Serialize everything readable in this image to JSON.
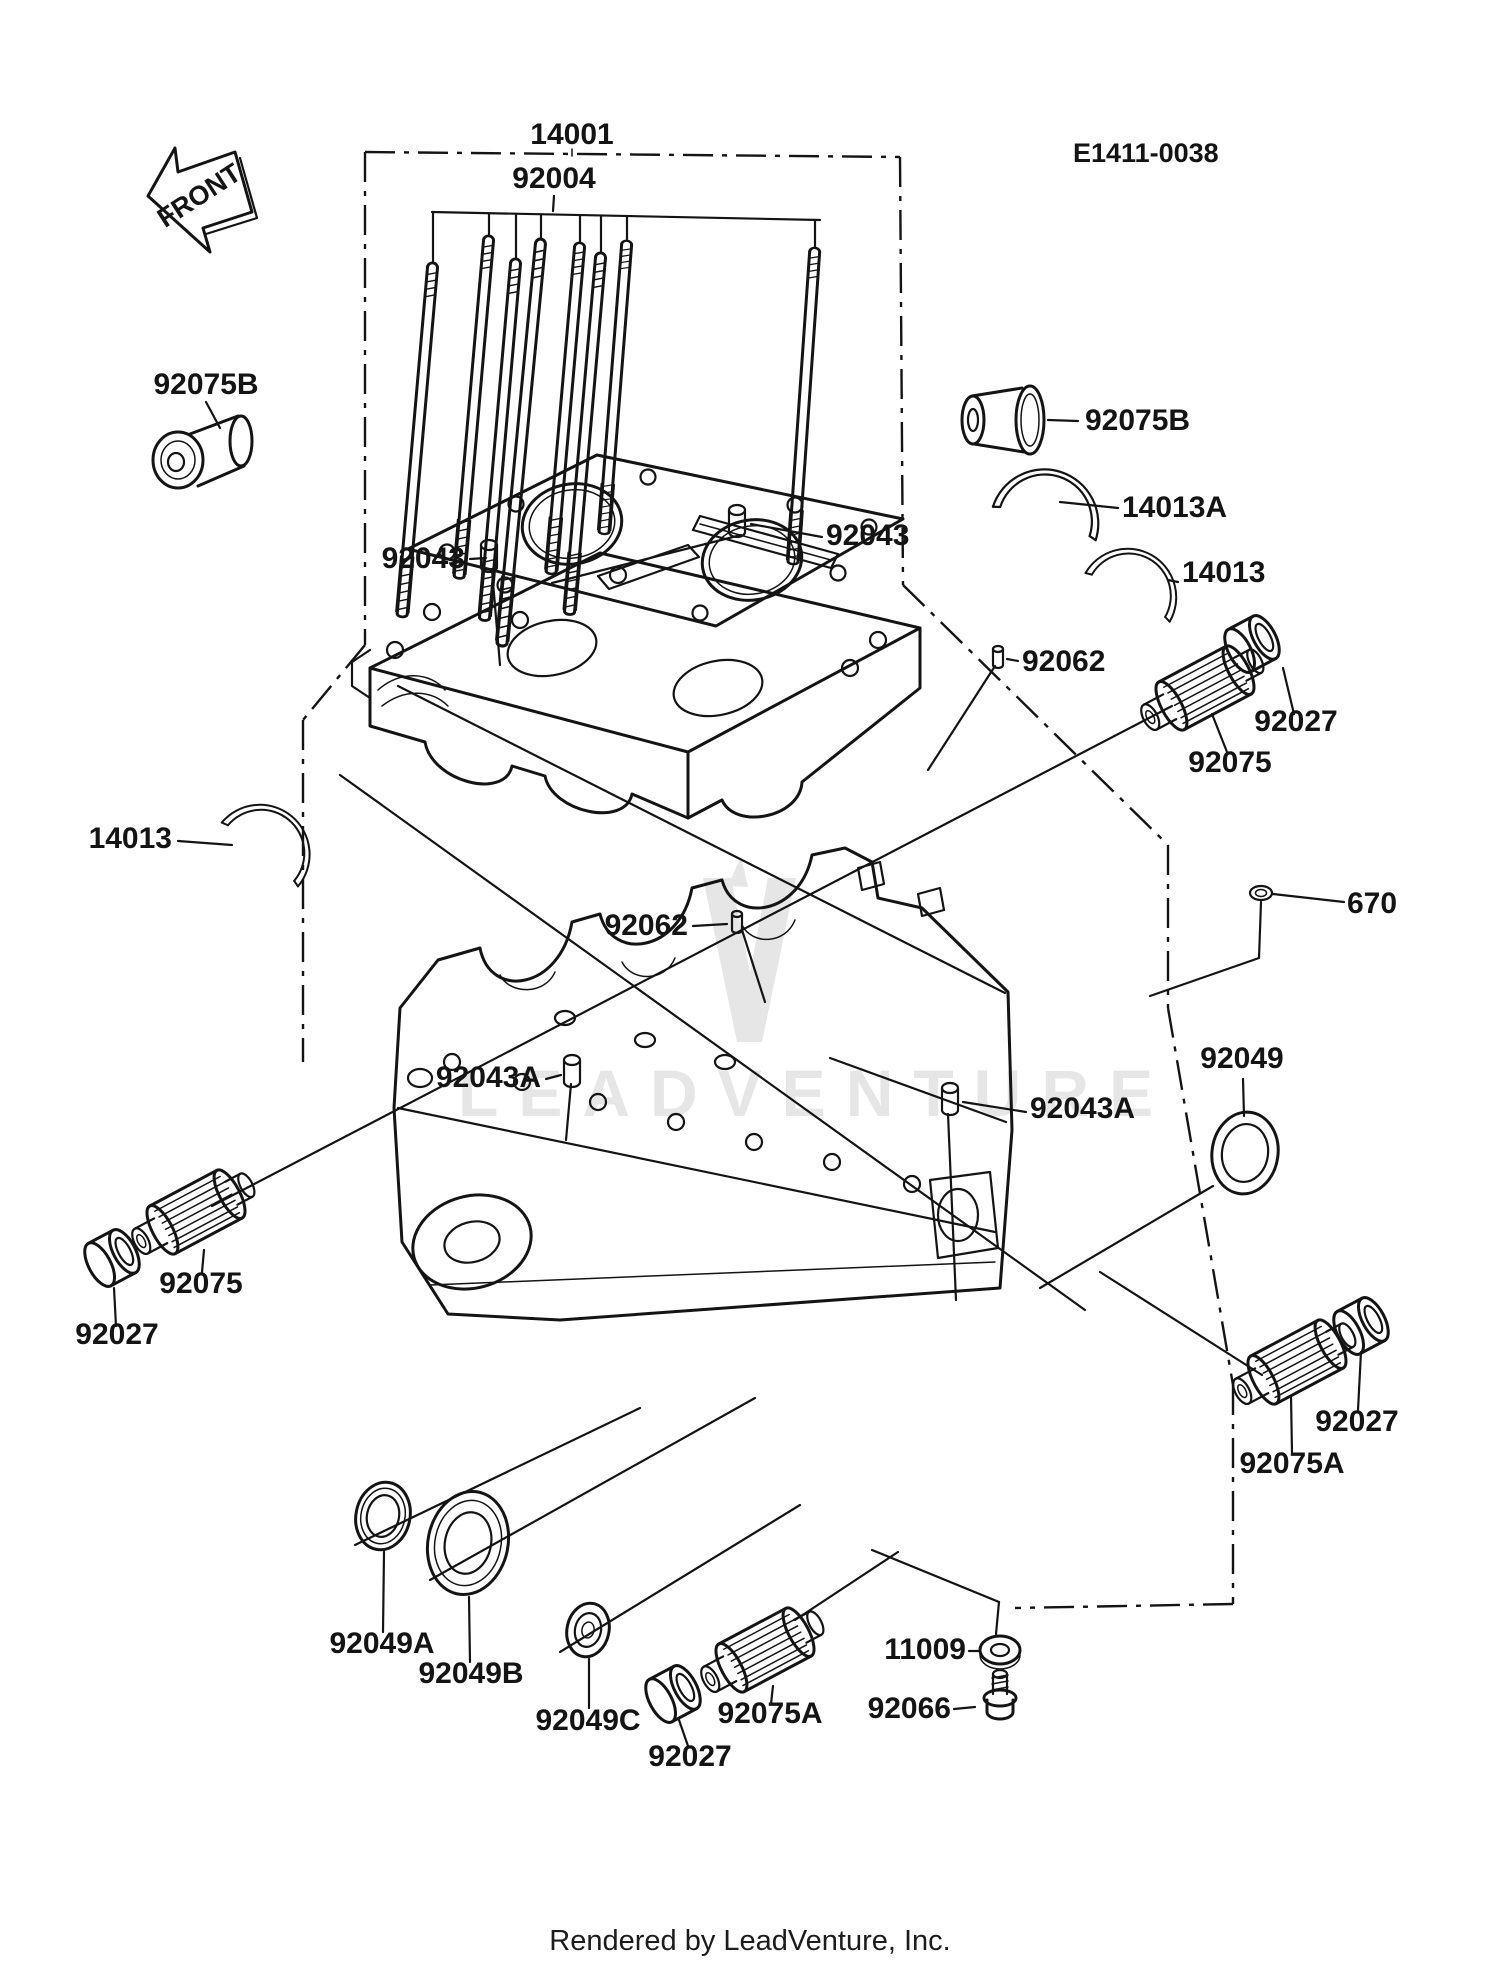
{
  "page": {
    "front_label": "FRONT",
    "diagram_code": "E1411-0038",
    "watermark_text": "LEADVENTURE",
    "footer_text": "Rendered by LeadVenture, Inc.",
    "colors": {
      "ink": "#141414",
      "watermark": "#e6e6e6",
      "background": "#ffffff"
    }
  },
  "assembly": {
    "group_label": "14001",
    "studs_label": "92004"
  },
  "callouts": [
    {
      "id": "92075b-left",
      "text": "92075B"
    },
    {
      "id": "92075b-right",
      "text": "92075B"
    },
    {
      "id": "92043-left",
      "text": "92043"
    },
    {
      "id": "92043-right",
      "text": "92043"
    },
    {
      "id": "14013a",
      "text": "14013A"
    },
    {
      "id": "14013-right",
      "text": "14013"
    },
    {
      "id": "14013-left",
      "text": "14013"
    },
    {
      "id": "92062-upper",
      "text": "92062"
    },
    {
      "id": "92062-lower",
      "text": "92062"
    },
    {
      "id": "92075-upper-right",
      "text": "92075"
    },
    {
      "id": "92027-upper-right",
      "text": "92027"
    },
    {
      "id": "670",
      "text": "670"
    },
    {
      "id": "92049",
      "text": "92049"
    },
    {
      "id": "92043a-left",
      "text": "92043A"
    },
    {
      "id": "92043a-right",
      "text": "92043A"
    },
    {
      "id": "92075-lower-left",
      "text": "92075"
    },
    {
      "id": "92027-lower-left",
      "text": "92027"
    },
    {
      "id": "92049a",
      "text": "92049A"
    },
    {
      "id": "92049b",
      "text": "92049B"
    },
    {
      "id": "92049c",
      "text": "92049C"
    },
    {
      "id": "92027-bottom",
      "text": "92027"
    },
    {
      "id": "92075a-bottom",
      "text": "92075A"
    },
    {
      "id": "11009",
      "text": "11009"
    },
    {
      "id": "92066",
      "text": "92066"
    },
    {
      "id": "92027-right",
      "text": "92027"
    },
    {
      "id": "92075a-right",
      "text": "92075A"
    }
  ]
}
